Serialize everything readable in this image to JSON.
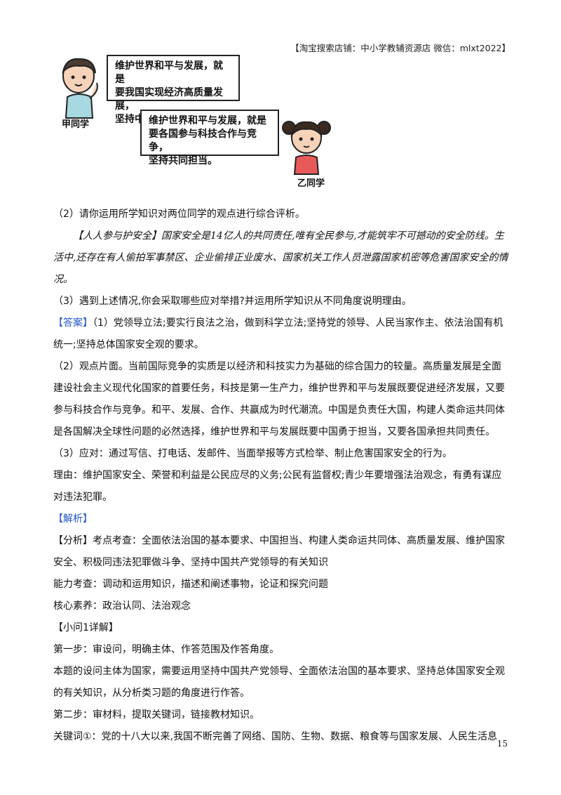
{
  "header": {
    "text": "【淘宝搜索店铺：中小学教辅资源店  微信：mlxt2022】"
  },
  "figure": {
    "boy_label": "甲同学",
    "girl_label": "乙同学",
    "boy_speech": [
      "维护世界和平与发展，就是",
      "要我国实现经济高质量发展，",
      "坚持中国担当。"
    ],
    "girl_speech": [
      "维护世界和平与发展，就是",
      "要各国参与科技合作与竞争，",
      "坚持共同担当。"
    ]
  },
  "body": {
    "q2": "（2）请你运用所学知识对两位同学的观点进行综合评析。",
    "material": "【人人参与护安全】国家安全是14亿人的共同责任,唯有全民参与,才能筑牢不可撼动的安全防线。生活中,还存在有人偷拍军事禁区、企业偷排正业废水、国家机关工作人员泄露国家机密等危害国家安全的情况。",
    "q3": "（3）遇到上述情况,你会采取哪些应对举措?并运用所学知识从不同角度说明理由。",
    "answer_tag": "【答案】",
    "answer1": "（1）党领导立法;要实行良法之治，做到科学立法;坚持党的领导、人民当家作主、依法治国有机统一;坚持总体国家安全观的要求。",
    "answer2": "（2）观点片面。当前国际竞争的实质是以经济和科技实力为基础的综合国力的较量。高质量发展是全面建设社会主义现代化国家的首要任务，科技是第一生产力，维护世界和平与发展既要促进经济发展，又要参与科技合作与竞争。和平、发展、合作、共赢成为时代潮流。中国是负责任大国，构建人类命运共同体是各国解决全球性问题的必然选择，维护世界和平与发展既要中国勇于担当，又要各国承担共同责任。",
    "answer3": "（3）应对：通过写信、打电话、发邮件、当面举报等方式检举、制止危害国家安全的行为。",
    "reason": "理由：维护国家安全、荣誉和利益是公民应尽的义务;公民有监督权;青少年要增强法治观念，有勇有谋应对违法犯罪。",
    "analysis_tag": "【解析】",
    "analysis": "【分析】考点考查：全面依法治国的基本要求、中国担当、构建人类命运共同体、高质量发展、维护国家安全、积极同违法犯罪做斗争、坚持中国共产党领导的有关知识",
    "ability": "能力考查：调动和运用知识，描述和阐述事物，论证和探究问题",
    "literacy": "核心素养：政治认同、法治观念",
    "sub1": "【小问1详解】",
    "step1": "第一步：审设问，明确主体、作答范围及作答角度。",
    "step1_detail": "本题的设问主体为国家，需要运用坚持中国共产党领导、全面依法治国的基本要求、坚持总体国家安全观的有关知识，从分析类习题的角度进行作答。",
    "step2": "第二步：审材料，提取关键词，链接教材知识。",
    "keyword1": "关键词①：党的十八大以来,我国不断完善了网络、国防、生物、数据、粮食等与国家发展、人民生活息"
  },
  "page_number": "15"
}
